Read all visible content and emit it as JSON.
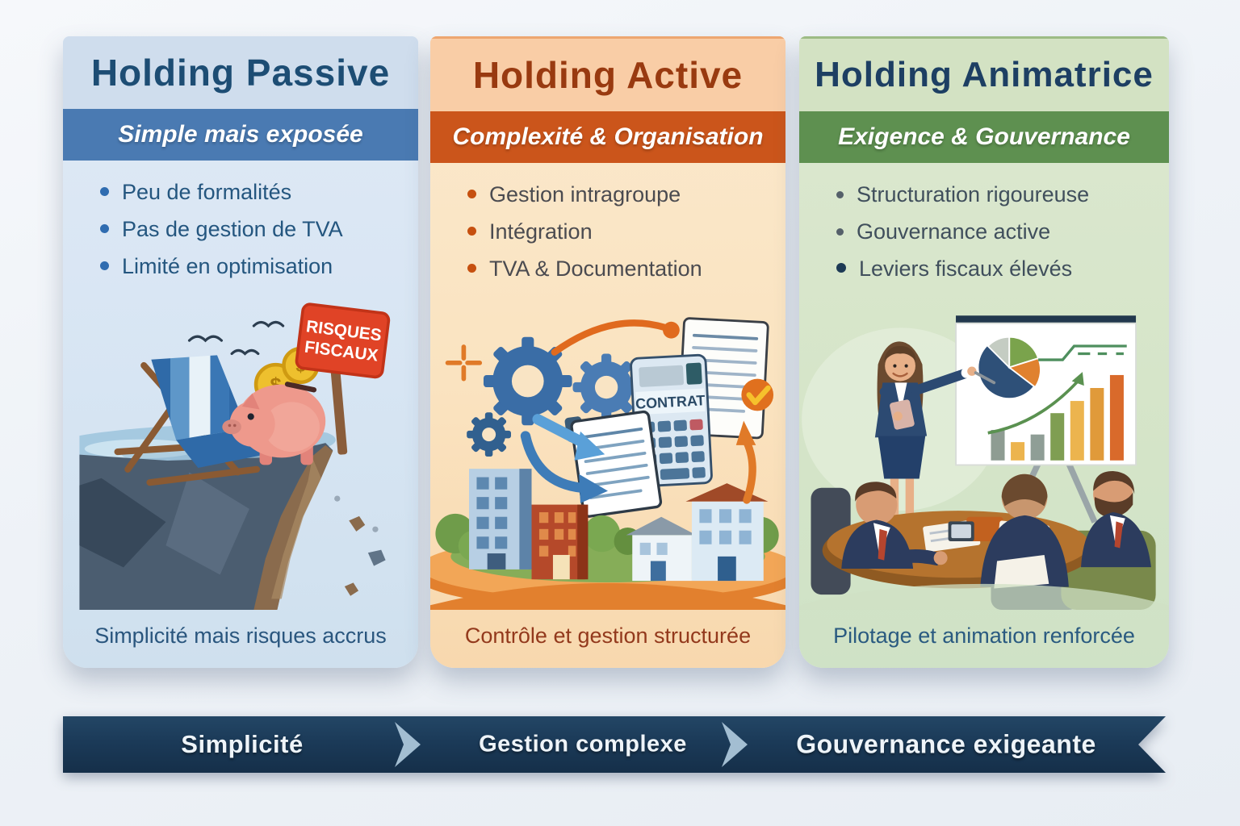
{
  "page": {
    "background": "#eef2f7"
  },
  "columns": [
    {
      "title": "Holding Passive",
      "subtitle": "Simple mais exposée",
      "bullets": [
        "Peu de formalités",
        "Pas de gestion de TVA",
        "Limité en optimisation"
      ],
      "caption": "Simplicité mais risques accrus",
      "illustration": {
        "description": "deck chair and piggy bank on a crumbling cliff edge with warning sign",
        "sign_line1": "RISQUES",
        "sign_line2": "FISCAUX",
        "coin_symbol": "$"
      },
      "colors": {
        "header_bg": "#cfdded",
        "title_text": "#1d4d74",
        "band_bg": "#4a7ab2",
        "band_text": "#ffffff",
        "bullet_dot": "#2f6cb0",
        "bullet_text": "#24567f",
        "caption_text": "#2a567e",
        "sign_bg": "#e04326"
      }
    },
    {
      "title": "Holding Active",
      "subtitle": "Complexité & Organisation",
      "bullets": [
        "Gestion intragroupe",
        "Intégration",
        "TVA & Documentation"
      ],
      "caption": "Contrôle et gestion structurée",
      "illustration": {
        "description": "gears, contract calculator, documents, check badge and buildings",
        "calculator_label": "CONTRAT"
      },
      "colors": {
        "header_bg": "#f9cda6",
        "title_text": "#993a10",
        "band_bg": "#cb551b",
        "band_text": "#ffffff",
        "bullet_dot": "#c6500f",
        "bullet_text": "#4b4b50",
        "caption_text": "#93391c"
      }
    },
    {
      "title": "Holding Animatrice",
      "subtitle": "Exigence & Gouvernance",
      "bullets": [
        "Structuration rigoureuse",
        "Gouvernance active",
        "Leviers fiscaux élevés"
      ],
      "caption": "Pilotage et animation renforcée",
      "illustration": {
        "description": "woman presenting pie and bar charts to three seated businessmen"
      },
      "colors": {
        "header_bg": "#d3e2c3",
        "title_text": "#1d3f63",
        "band_bg": "#5e9050",
        "band_text": "#ffffff",
        "bullet_dot": "#55606a",
        "bullet_text": "#404f5c",
        "caption_text": "#2a5a80"
      }
    }
  ],
  "footer": {
    "segments": [
      {
        "label": "Simplicité"
      },
      {
        "label": "Gestion complexe"
      },
      {
        "label": "Gouvernance exigeante"
      }
    ],
    "colors": {
      "bg": "#1b3a58",
      "chevron": "#a3bed2",
      "text": "#eef4f9"
    }
  }
}
